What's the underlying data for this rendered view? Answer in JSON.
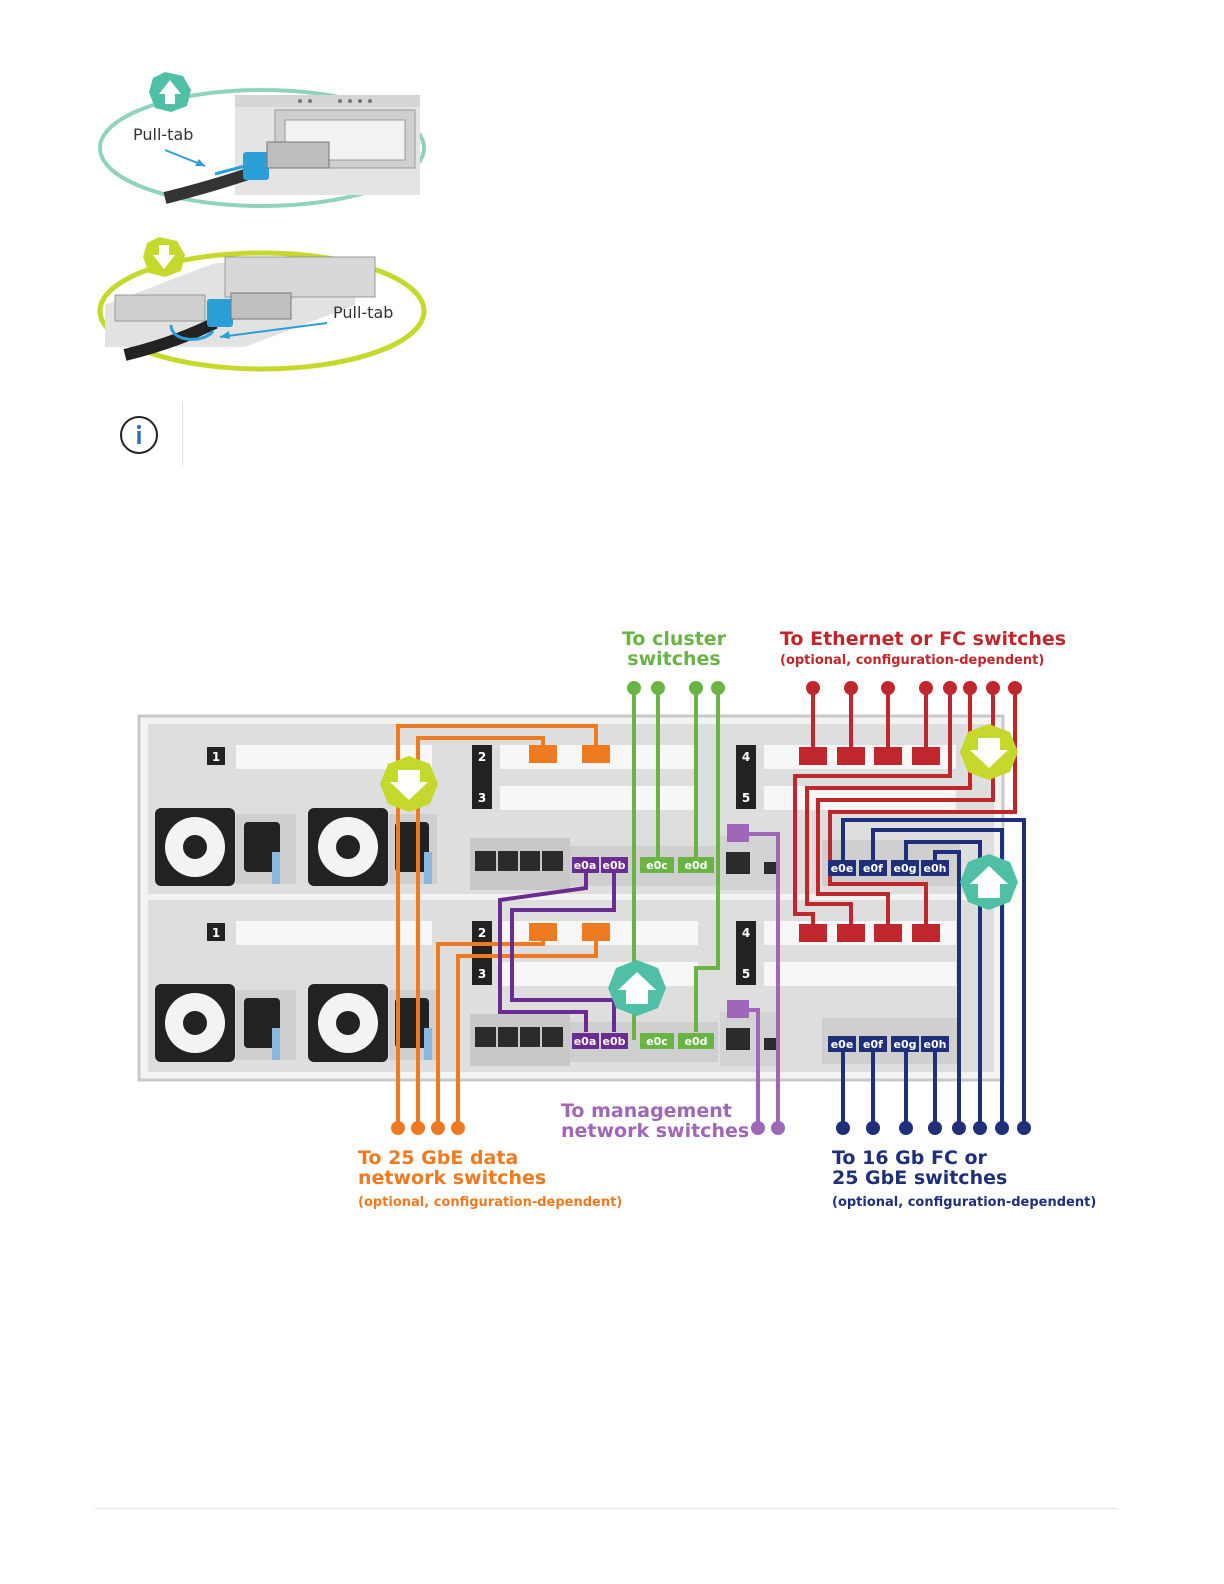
{
  "pulltab_top": {
    "label": "Pull-tab"
  },
  "pulltab_bottom": {
    "label": "Pull-tab"
  },
  "diagram": {
    "labels": {
      "cluster": [
        "To cluster",
        "switches"
      ],
      "ethernet_fc": "To Ethernet or FC switches",
      "ethernet_fc_sub": "(optional, configuration-dependent)",
      "data": [
        "To 25 GbE data",
        "network switches"
      ],
      "data_sub": "(optional, configuration-dependent)",
      "mgmt": [
        "To management",
        "network switches"
      ],
      "fc16": [
        "To 16 Gb FC or",
        "25 GbE switches"
      ],
      "fc16_sub": "(optional, configuration-dependent)"
    },
    "slots": {
      "s1": "1",
      "s2": "2",
      "s3": "3",
      "s4": "4",
      "s5": "5"
    },
    "ports": {
      "e0a": "e0a",
      "e0b": "e0b",
      "e0c": "e0c",
      "e0d": "e0d",
      "e0e": "e0e",
      "e0f": "e0f",
      "e0g": "e0g",
      "e0h": "e0h"
    },
    "colors": {
      "orange": "#ee7a22",
      "green": "#6ab446",
      "red": "#c0272d",
      "purple": "#6a2c91",
      "lavender": "#a066b8",
      "navy": "#1f2f7a",
      "teal": "#3fb39b",
      "lime": "#c5d92d"
    }
  }
}
